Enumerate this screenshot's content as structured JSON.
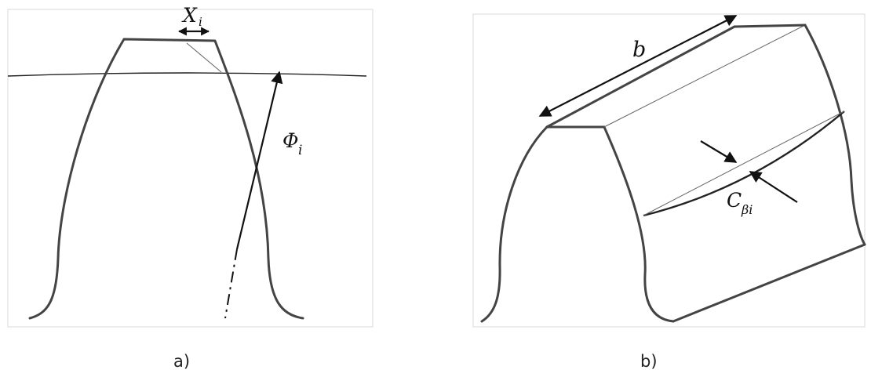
{
  "panel_a": {
    "caption": "a)",
    "label_x": {
      "main": "X",
      "sub": "i"
    },
    "label_phi": {
      "main": "Φ",
      "sub": "i"
    }
  },
  "panel_b": {
    "caption": "b)",
    "label_b": "b",
    "label_c": {
      "main": "C",
      "sub": "βi"
    }
  },
  "colors": {
    "profile": "#444444",
    "arrow": "#111111",
    "frame": "#d9d9d9"
  }
}
